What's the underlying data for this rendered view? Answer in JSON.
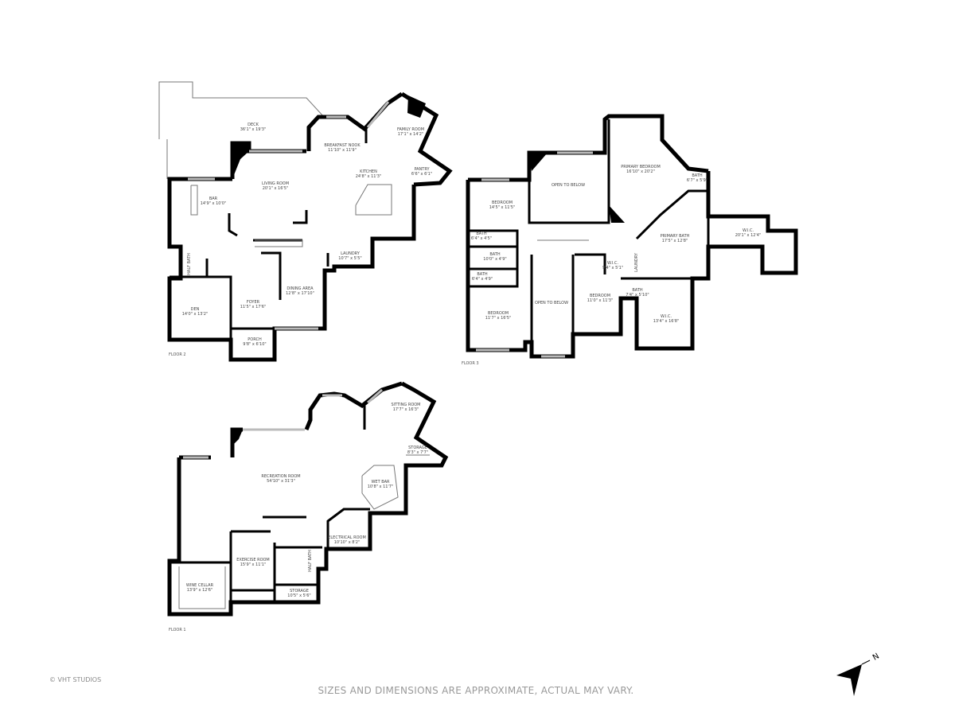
{
  "floors": {
    "floor2": {
      "tag": "FLOOR 2",
      "rooms": [
        {
          "name": "DECK",
          "dims": "36'1\" x 19'3\""
        },
        {
          "name": "BREAKFAST NOOK",
          "dims": "11'10\" x 11'9\""
        },
        {
          "name": "FAMILY ROOM",
          "dims": "17'1\" x 14'2\""
        },
        {
          "name": "PANTRY",
          "dims": "6'6\" x 6'1\""
        },
        {
          "name": "KITCHEN",
          "dims": "24'8\" x 11'3\""
        },
        {
          "name": "LIVING ROOM",
          "dims": "20'1\" x 16'5\""
        },
        {
          "name": "BAR",
          "dims": "14'9\" x 10'0\""
        },
        {
          "name": "HALF BATH",
          "dims": ""
        },
        {
          "name": "FOYER",
          "dims": "11'5\" x 17'6\""
        },
        {
          "name": "DINING AREA",
          "dims": "12'8\" x 17'10\""
        },
        {
          "name": "LAUNDRY",
          "dims": "10'7\" x 5'5\""
        },
        {
          "name": "DEN",
          "dims": "14'0\" x 13'2\""
        },
        {
          "name": "PORCH",
          "dims": "9'8\" x 6'10\""
        }
      ]
    },
    "floor3": {
      "tag": "FLOOR 3",
      "rooms": [
        {
          "name": "OPEN TO BELOW",
          "dims": ""
        },
        {
          "name": "PRIMARY BEDROOM",
          "dims": "16'10\" x 20'2\""
        },
        {
          "name": "BATH",
          "dims": "6'7\" x 5'9\""
        },
        {
          "name": "BEDROOM",
          "dims": "14'5\" x 11'5\""
        },
        {
          "name": "BATH",
          "dims": "6'4\" x 4'5\""
        },
        {
          "name": "BATH",
          "dims": "10'0\" x 4'9\""
        },
        {
          "name": "BATH",
          "dims": "6'4\" x 4'9\""
        },
        {
          "name": "PRIMARY BATH",
          "dims": "17'5\" x 12'8\""
        },
        {
          "name": "W.I.C.",
          "dims": "20'1\" x 12'4\""
        },
        {
          "name": "W.I.C.",
          "dims": "9'4\" x 5'1\""
        },
        {
          "name": "LAUNDRY",
          "dims": ""
        },
        {
          "name": "BEDROOM",
          "dims": "11'0\" x 11'3\""
        },
        {
          "name": "BATH",
          "dims": "7'4\" x 5'10\""
        },
        {
          "name": "W.I.C.",
          "dims": "13'4\" x 16'8\""
        },
        {
          "name": "OPEN TO BELOW",
          "dims": ""
        },
        {
          "name": "BEDROOM",
          "dims": "11'7\" x 16'5\""
        }
      ]
    },
    "floor1": {
      "tag": "FLOOR 1",
      "rooms": [
        {
          "name": "SITTING ROOM",
          "dims": "17'7\" x 16'3\""
        },
        {
          "name": "STORAGE",
          "dims": "8'3\" x 7'7\""
        },
        {
          "name": "RECREATION ROOM",
          "dims": "54'10\" x 31'3\""
        },
        {
          "name": "WET BAR",
          "dims": "10'8\" x 11'7\""
        },
        {
          "name": "ELECTRICAL ROOM",
          "dims": "10'10\" x 8'2\""
        },
        {
          "name": "EXERCISE ROOM",
          "dims": "15'9\" x 11'1\""
        },
        {
          "name": "HALF BATH",
          "dims": ""
        },
        {
          "name": "WINE CELLAR",
          "dims": "13'9\" x 12'6\""
        },
        {
          "name": "STORAGE",
          "dims": "10'5\" x 5'6\""
        }
      ]
    }
  },
  "footer": {
    "copyright": "© VHT STUDIOS",
    "disclaimer": "SIZES AND DIMENSIONS ARE APPROXIMATE, ACTUAL MAY VARY."
  },
  "compass": {
    "label": "N",
    "icon": "north-arrow-icon"
  }
}
